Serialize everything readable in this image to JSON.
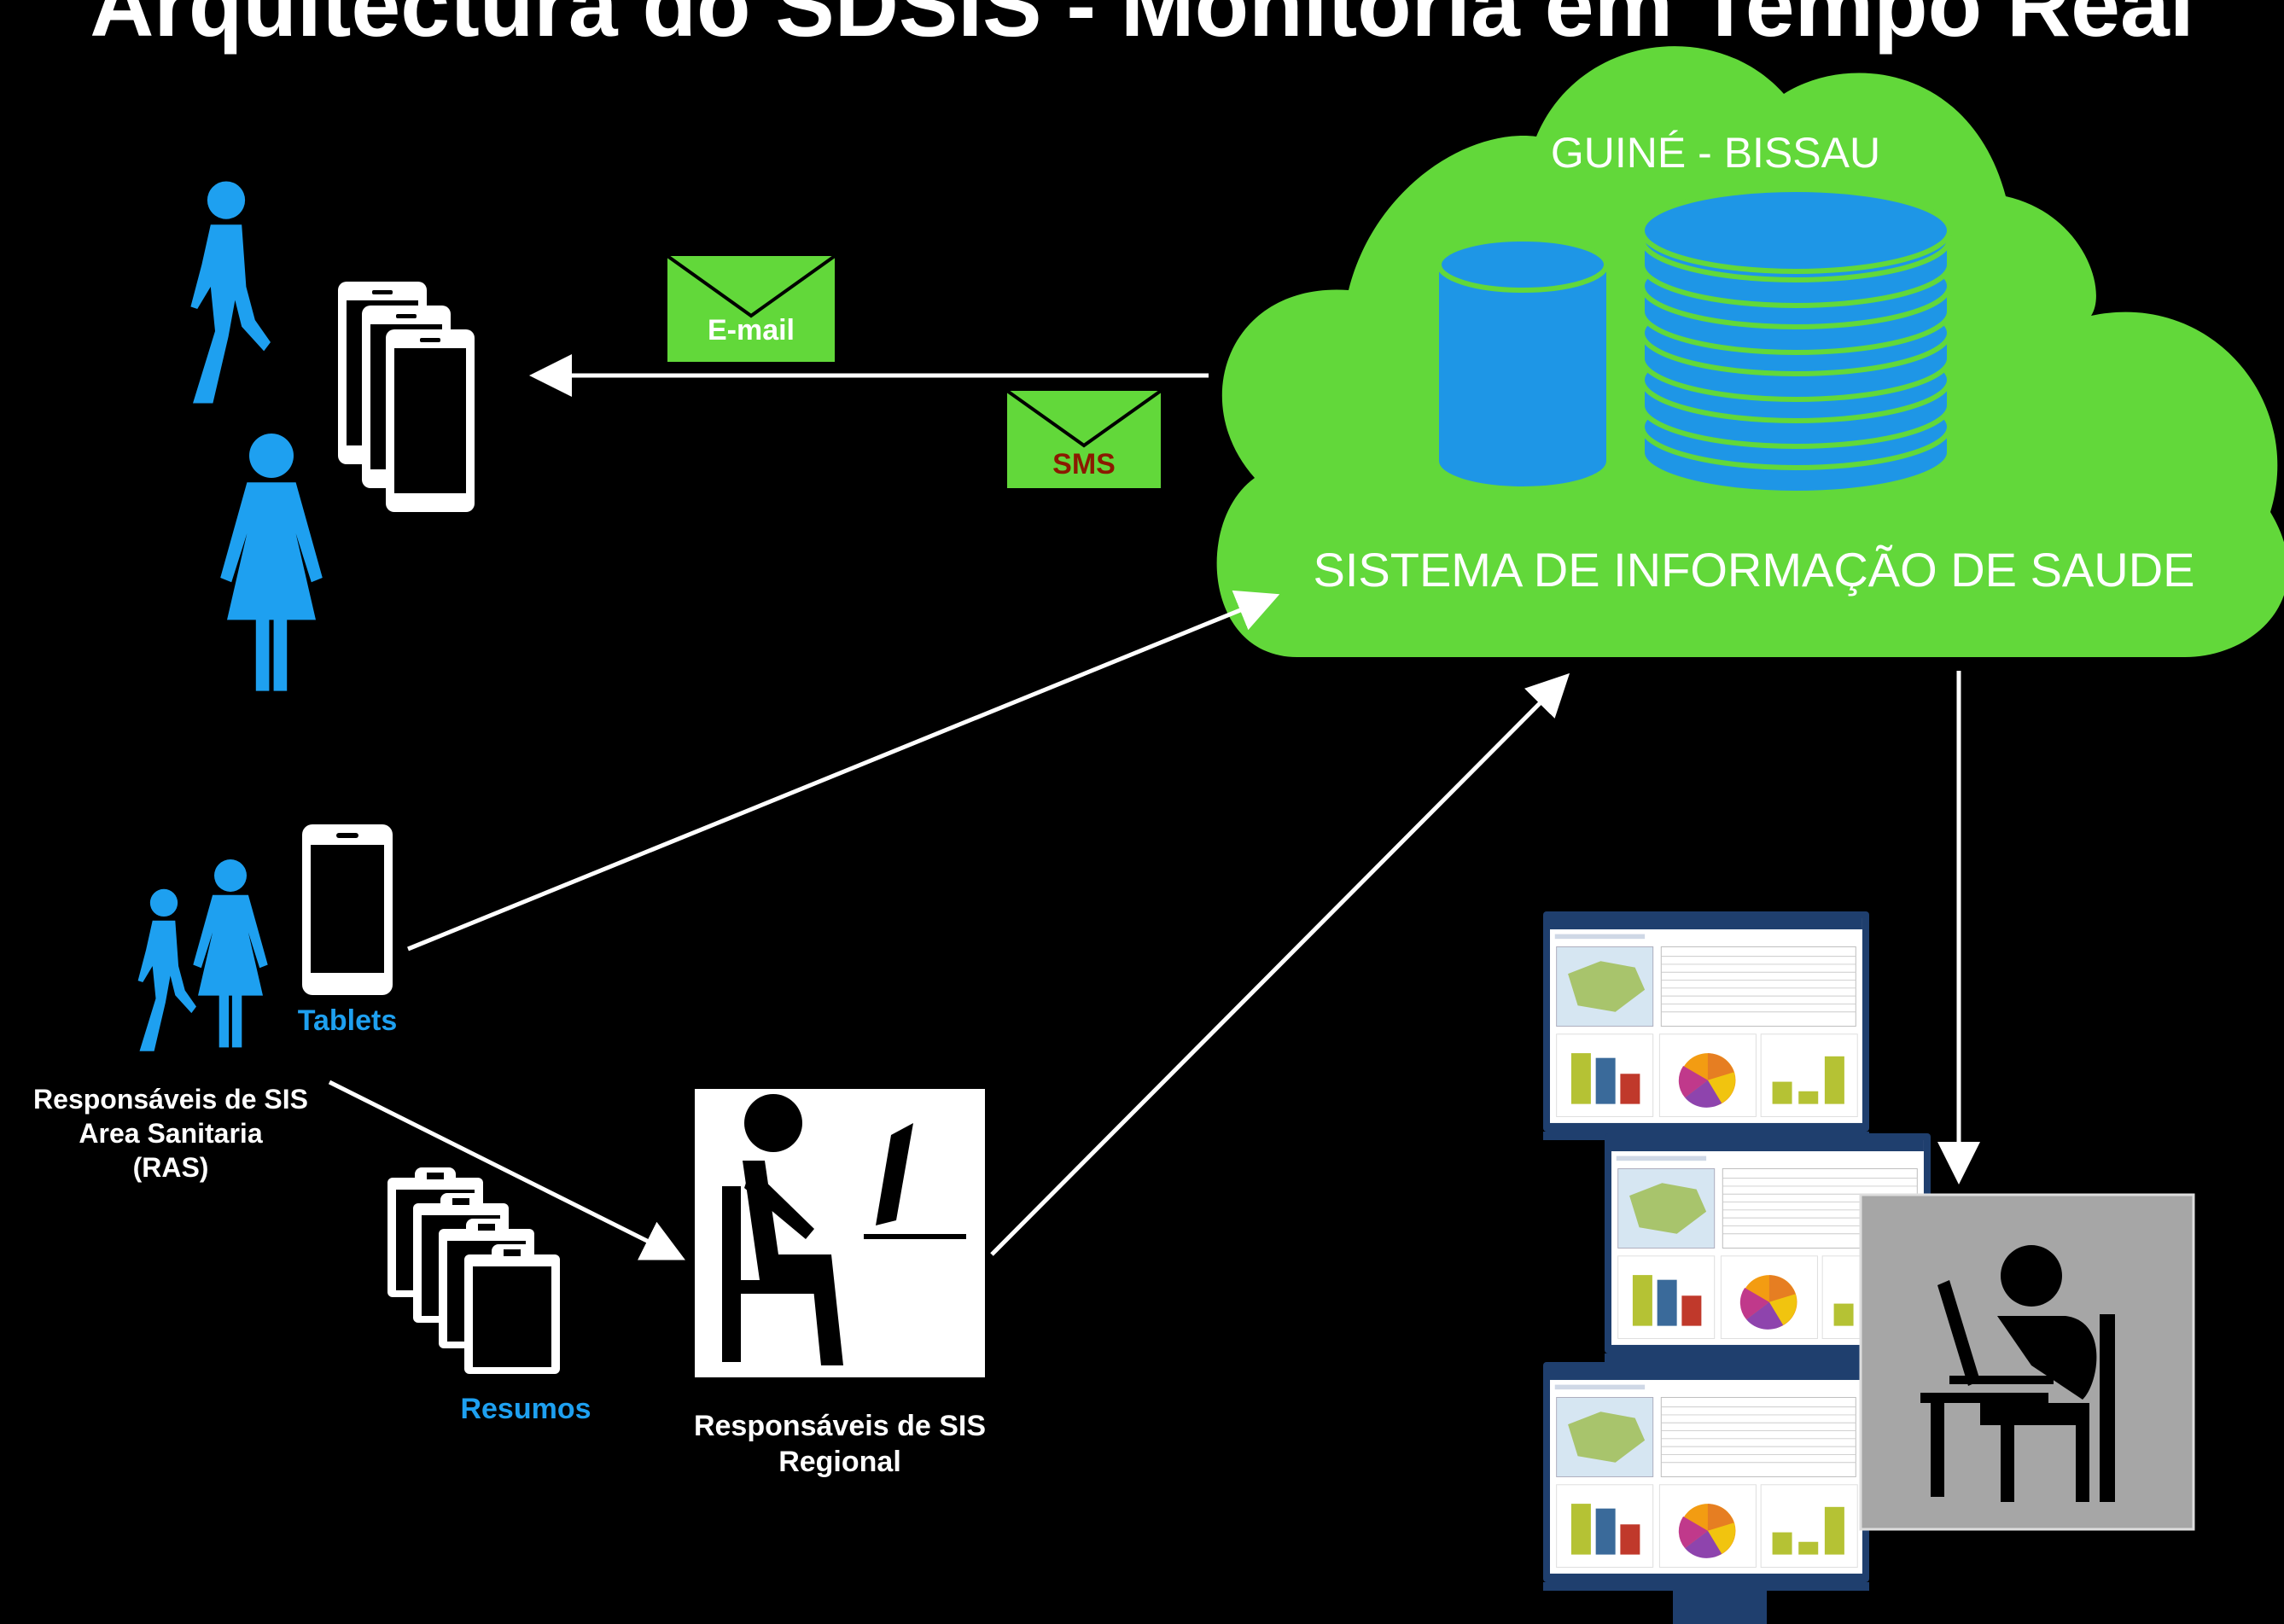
{
  "title": "Arquitectura do SDSIS - Monitoria em Tempo Real",
  "cloud": {
    "country": "GUINÉ - BISSAU",
    "system": "SISTEMA DE INFORMAÇÃO DE SAUDE"
  },
  "messages": {
    "email": "E-mail",
    "sms": "SMS"
  },
  "devices": {
    "tablets": "Tablets",
    "resumos": "Resumos"
  },
  "roles": {
    "ras_line1": "Responsáveis de SIS",
    "ras_line2": "Area Sanitaria",
    "ras_line3": "(RAS)",
    "regional_line1": "Responsáveis de SIS",
    "regional_line2": "Regional"
  },
  "colors": {
    "background": "#000000",
    "cloud": "#62d83a",
    "database": "#1e96e6",
    "person": "#1ea0f0",
    "envelope": "#62d83a",
    "sms_text": "#8b1a00",
    "tablets_text": "#1ea0f0",
    "arrow": "#ffffff",
    "monitor_frame": "#1f3f6e"
  },
  "icons": [
    "person-walking-icon",
    "person-female-icon",
    "smartphone-icon",
    "tablet-icon",
    "clipboard-icon",
    "envelope-icon",
    "database-icon",
    "cloud-icon",
    "seated-computer-user-icon",
    "laptop-user-icon",
    "monitor-dashboard-icon"
  ]
}
